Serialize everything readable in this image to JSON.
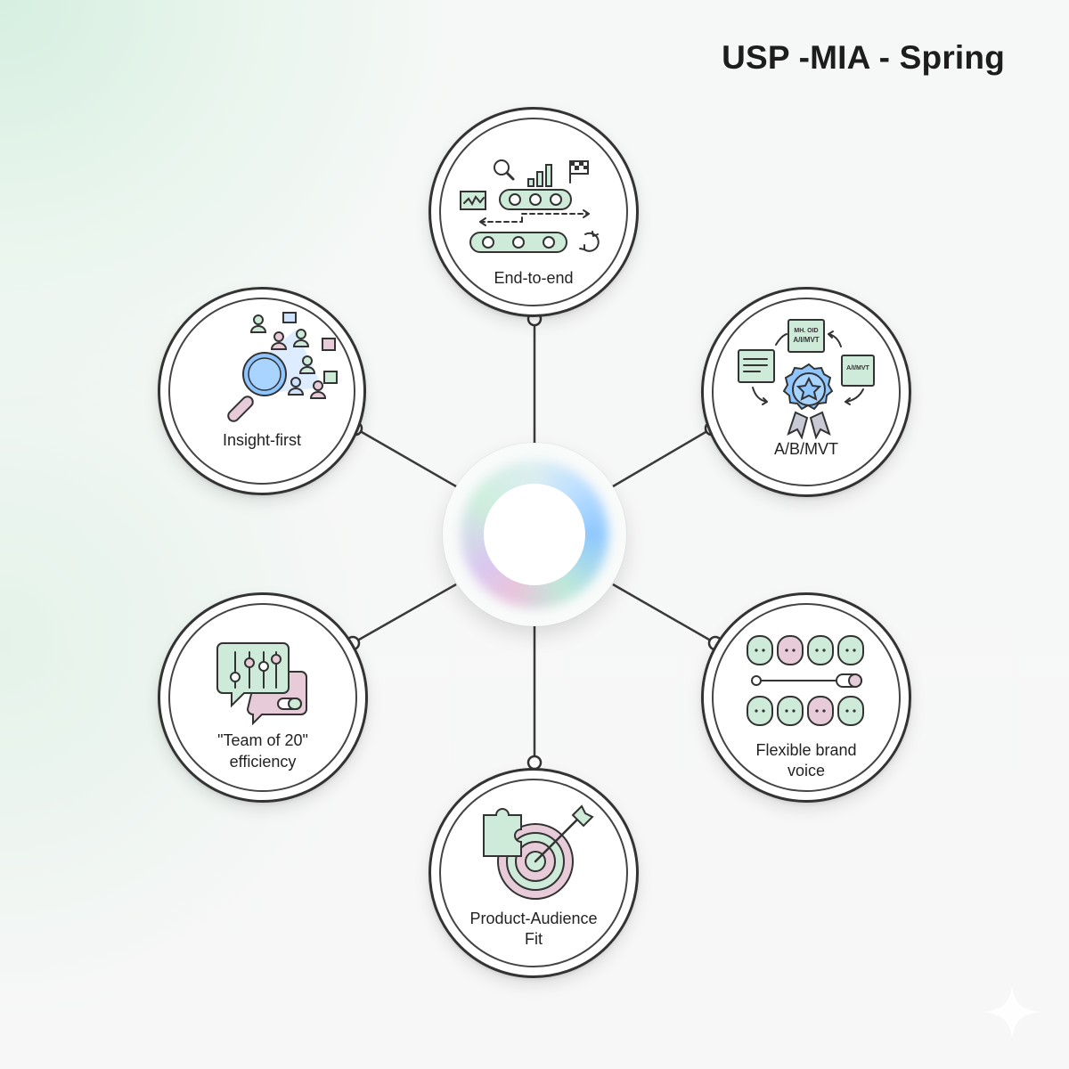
{
  "title": "USP -MIA - Spring",
  "nodes": [
    {
      "id": "end-to-end",
      "label": "End-to-end"
    },
    {
      "id": "insight-first",
      "label": "Insight-first"
    },
    {
      "id": "ab-mvt",
      "label": "A/B/MVT"
    },
    {
      "id": "team-of-20",
      "label_line1": "\"Team of 20\"",
      "label_line2": "efficiency"
    },
    {
      "id": "brand-voice",
      "label_line1": "Flexible brand",
      "label_line2": "voice"
    },
    {
      "id": "product-fit",
      "label_line1": "Product-Audience",
      "label_line2": "Fit"
    }
  ],
  "icon_text": {
    "card_top_line1": "MH. OID",
    "card_top_line2": "A/I/MVT",
    "card_right": "A/I/MVT"
  },
  "colors": {
    "mint": "#cdebd8",
    "pink": "#e8cbd8",
    "blue": "#8fc6ff",
    "stroke": "#333333"
  }
}
